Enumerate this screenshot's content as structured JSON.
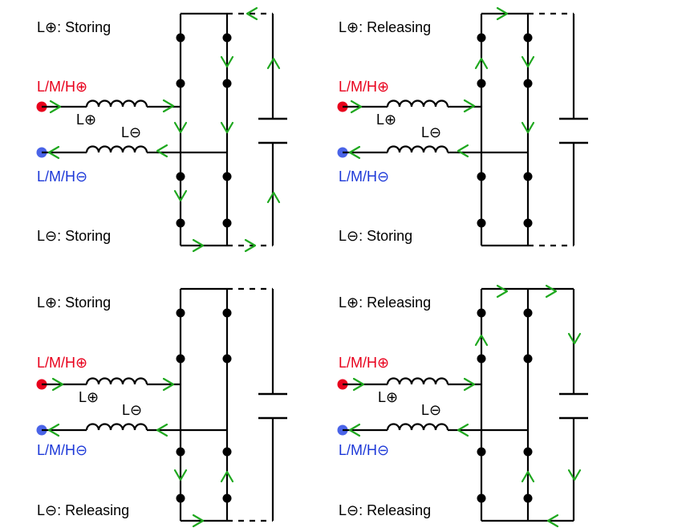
{
  "colors": {
    "wire": "#000000",
    "current_arrow": "#1ea81e",
    "positive_terminal": "#e8001c",
    "negative_terminal": "#4a64e8",
    "positive_text": "#e8001c",
    "negative_text": "#1c38d8"
  },
  "panels": [
    {
      "top_state": "L⊕: Storing",
      "bottom_state": "L⊖: Storing",
      "pos_terminal": "L/M/H⊕",
      "neg_terminal": "L/M/H⊖",
      "pos_inductor": "L⊕",
      "neg_inductor": "L⊖"
    },
    {
      "top_state": "L⊕: Releasing",
      "bottom_state": "L⊖: Storing",
      "pos_terminal": "L/M/H⊕",
      "neg_terminal": "L/M/H⊖",
      "pos_inductor": "L⊕",
      "neg_inductor": "L⊖"
    },
    {
      "top_state": "L⊕: Storing",
      "bottom_state": "L⊖: Releasing",
      "pos_terminal": "L/M/H⊕",
      "neg_terminal": "L/M/H⊖",
      "pos_inductor": "L⊕",
      "neg_inductor": "L⊖"
    },
    {
      "top_state": "L⊕: Releasing",
      "bottom_state": "L⊖: Releasing",
      "pos_terminal": "L/M/H⊕",
      "neg_terminal": "L/M/H⊖",
      "pos_inductor": "L⊕",
      "neg_inductor": "L⊖"
    }
  ]
}
